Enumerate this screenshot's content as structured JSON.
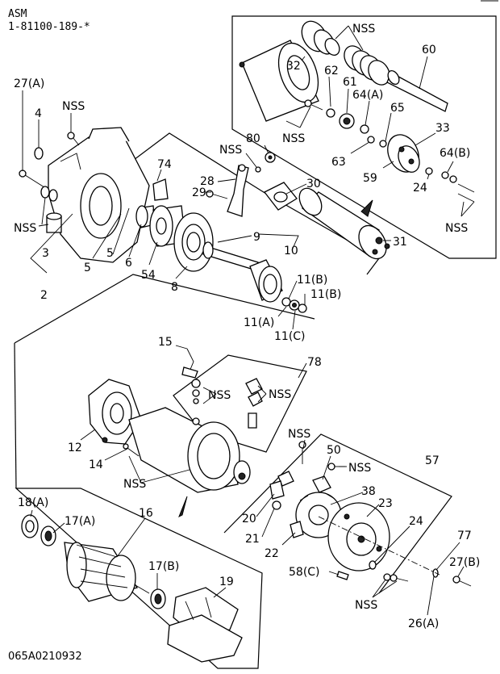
{
  "header": {
    "asm": "ASM",
    "part_number": "1-81100-189-*"
  },
  "footer": {
    "drawing_code": "065A0210932"
  },
  "labels": {
    "l27a": "27(A)",
    "l4": "4",
    "lnss_a": "NSS",
    "lnss_b": "NSS",
    "l3": "3",
    "l2": "2",
    "l5a": "5",
    "l5b": "5",
    "l6": "6",
    "l54": "54",
    "l8": "8",
    "l9": "9",
    "l10": "10",
    "l74": "74",
    "l28": "28",
    "l29": "29",
    "l80": "80",
    "lnss_c": "NSS",
    "l30": "30",
    "l31": "31",
    "l11b_1": "11(B)",
    "l11b_2": "11(B)",
    "l11a": "11(A)",
    "l11c": "11(C)",
    "l32": "32",
    "lnss_d": "NSS",
    "lnss_e": "NSS",
    "l62": "62",
    "l61": "61",
    "l64a": "64(A)",
    "l60": "60",
    "l65": "65",
    "l33": "33",
    "l63": "63",
    "l59": "59",
    "l64b": "64(B)",
    "l24a": "24",
    "lnss_f": "NSS",
    "l15": "15",
    "l78": "78",
    "lnss_g": "NSS",
    "lnss_h": "NSS",
    "l12": "12",
    "l14": "14",
    "lnss_i": "NSS",
    "lnss_j": "NSS",
    "l50": "50",
    "lnss_k": "NSS",
    "l57": "57",
    "l38": "38",
    "l23": "23",
    "l20": "20",
    "l21": "21",
    "l22": "22",
    "l24b": "24",
    "l77": "77",
    "l27b": "27(B)",
    "l58c": "58(C)",
    "lnss_l": "NSS",
    "l26a": "26(A)",
    "l18a": "18(A)",
    "l17a": "17(A)",
    "l16": "16",
    "l17b": "17(B)",
    "l19": "19"
  }
}
